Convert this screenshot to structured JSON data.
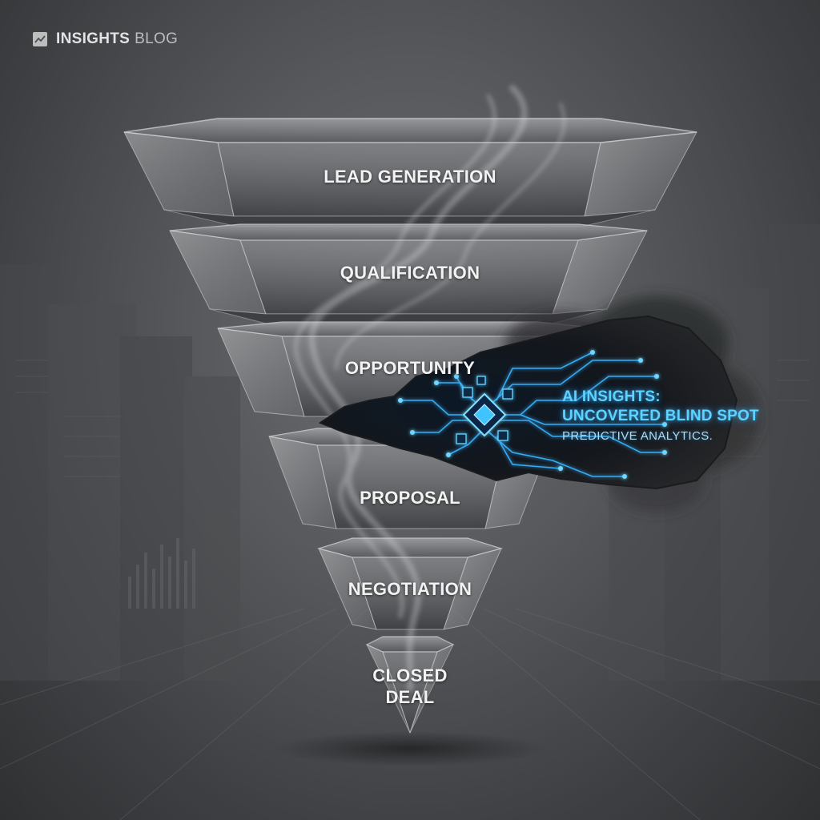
{
  "brand": {
    "name_bold": "INSIGHTS",
    "name_light": "BLOG",
    "icon": "trend-chart-icon"
  },
  "funnel": {
    "stages": [
      {
        "label": "LEAD GENERATION"
      },
      {
        "label": "QUALIFICATION"
      },
      {
        "label": "OPPORTUNITY"
      },
      {
        "label": "PROPOSAL"
      },
      {
        "label": "NEGOTIATION"
      },
      {
        "label": "CLOSED\nDEAL"
      }
    ]
  },
  "callout": {
    "title_line1": "AI INSIGHTS:",
    "title_line2": "UNCOVERED BLIND SPOT",
    "subtitle": "PREDICTIVE ANALYTICS."
  },
  "colors": {
    "background": "#56575a",
    "glass": "#8a8b8f",
    "accent_glow": "#3fb8ff"
  }
}
